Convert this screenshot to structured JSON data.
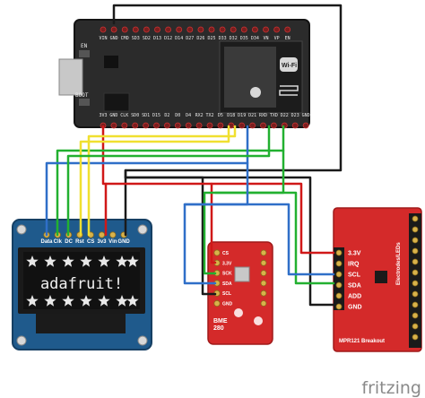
{
  "app": {
    "brand": "fritzing"
  },
  "esp32": {
    "top_pins": [
      "VIN",
      "GND",
      "CMD",
      "SD3",
      "SD2",
      "D13",
      "D12",
      "D14",
      "D27",
      "D26",
      "D25",
      "D33",
      "D32",
      "D35",
      "D34",
      "VN",
      "VP",
      "EN"
    ],
    "bottom_pins": [
      "3V3",
      "GND",
      "CLK",
      "SD0",
      "SD1",
      "D15",
      "D2",
      "D0",
      "D4",
      "RX2",
      "TX2",
      "D5",
      "D18",
      "D19",
      "D21",
      "RXD",
      "TXD",
      "D22",
      "D23",
      "GND"
    ],
    "label_en": "EN",
    "label_boot": "BOOT",
    "wifi_text": "Wi-Fi"
  },
  "oled": {
    "pins": [
      "Data",
      "Clk",
      "DC",
      "Rst",
      "CS",
      "3v3",
      "Vin",
      "GND"
    ],
    "screen_text": "adafruit!",
    "colors": {
      "board": "#1f5a8c",
      "screen": "#1a1a1a",
      "text": "#f0f0f0"
    }
  },
  "bme": {
    "pins": [
      "CS",
      "3.3V",
      "SCK",
      "SDA",
      "SCL",
      "GND"
    ],
    "title": "BME\n280"
  },
  "mpr": {
    "pins": [
      "3.3V",
      "IRQ",
      "SCL",
      "SDA",
      "ADD",
      "GND"
    ],
    "subtitle": "Electrodes/LEDs",
    "title": "MPR121 Breakout"
  },
  "wire_colors": {
    "black": "#1a1a1a",
    "red": "#d01818",
    "green": "#22b030",
    "blue": "#2f6fc8",
    "yellow": "#f0e030"
  }
}
